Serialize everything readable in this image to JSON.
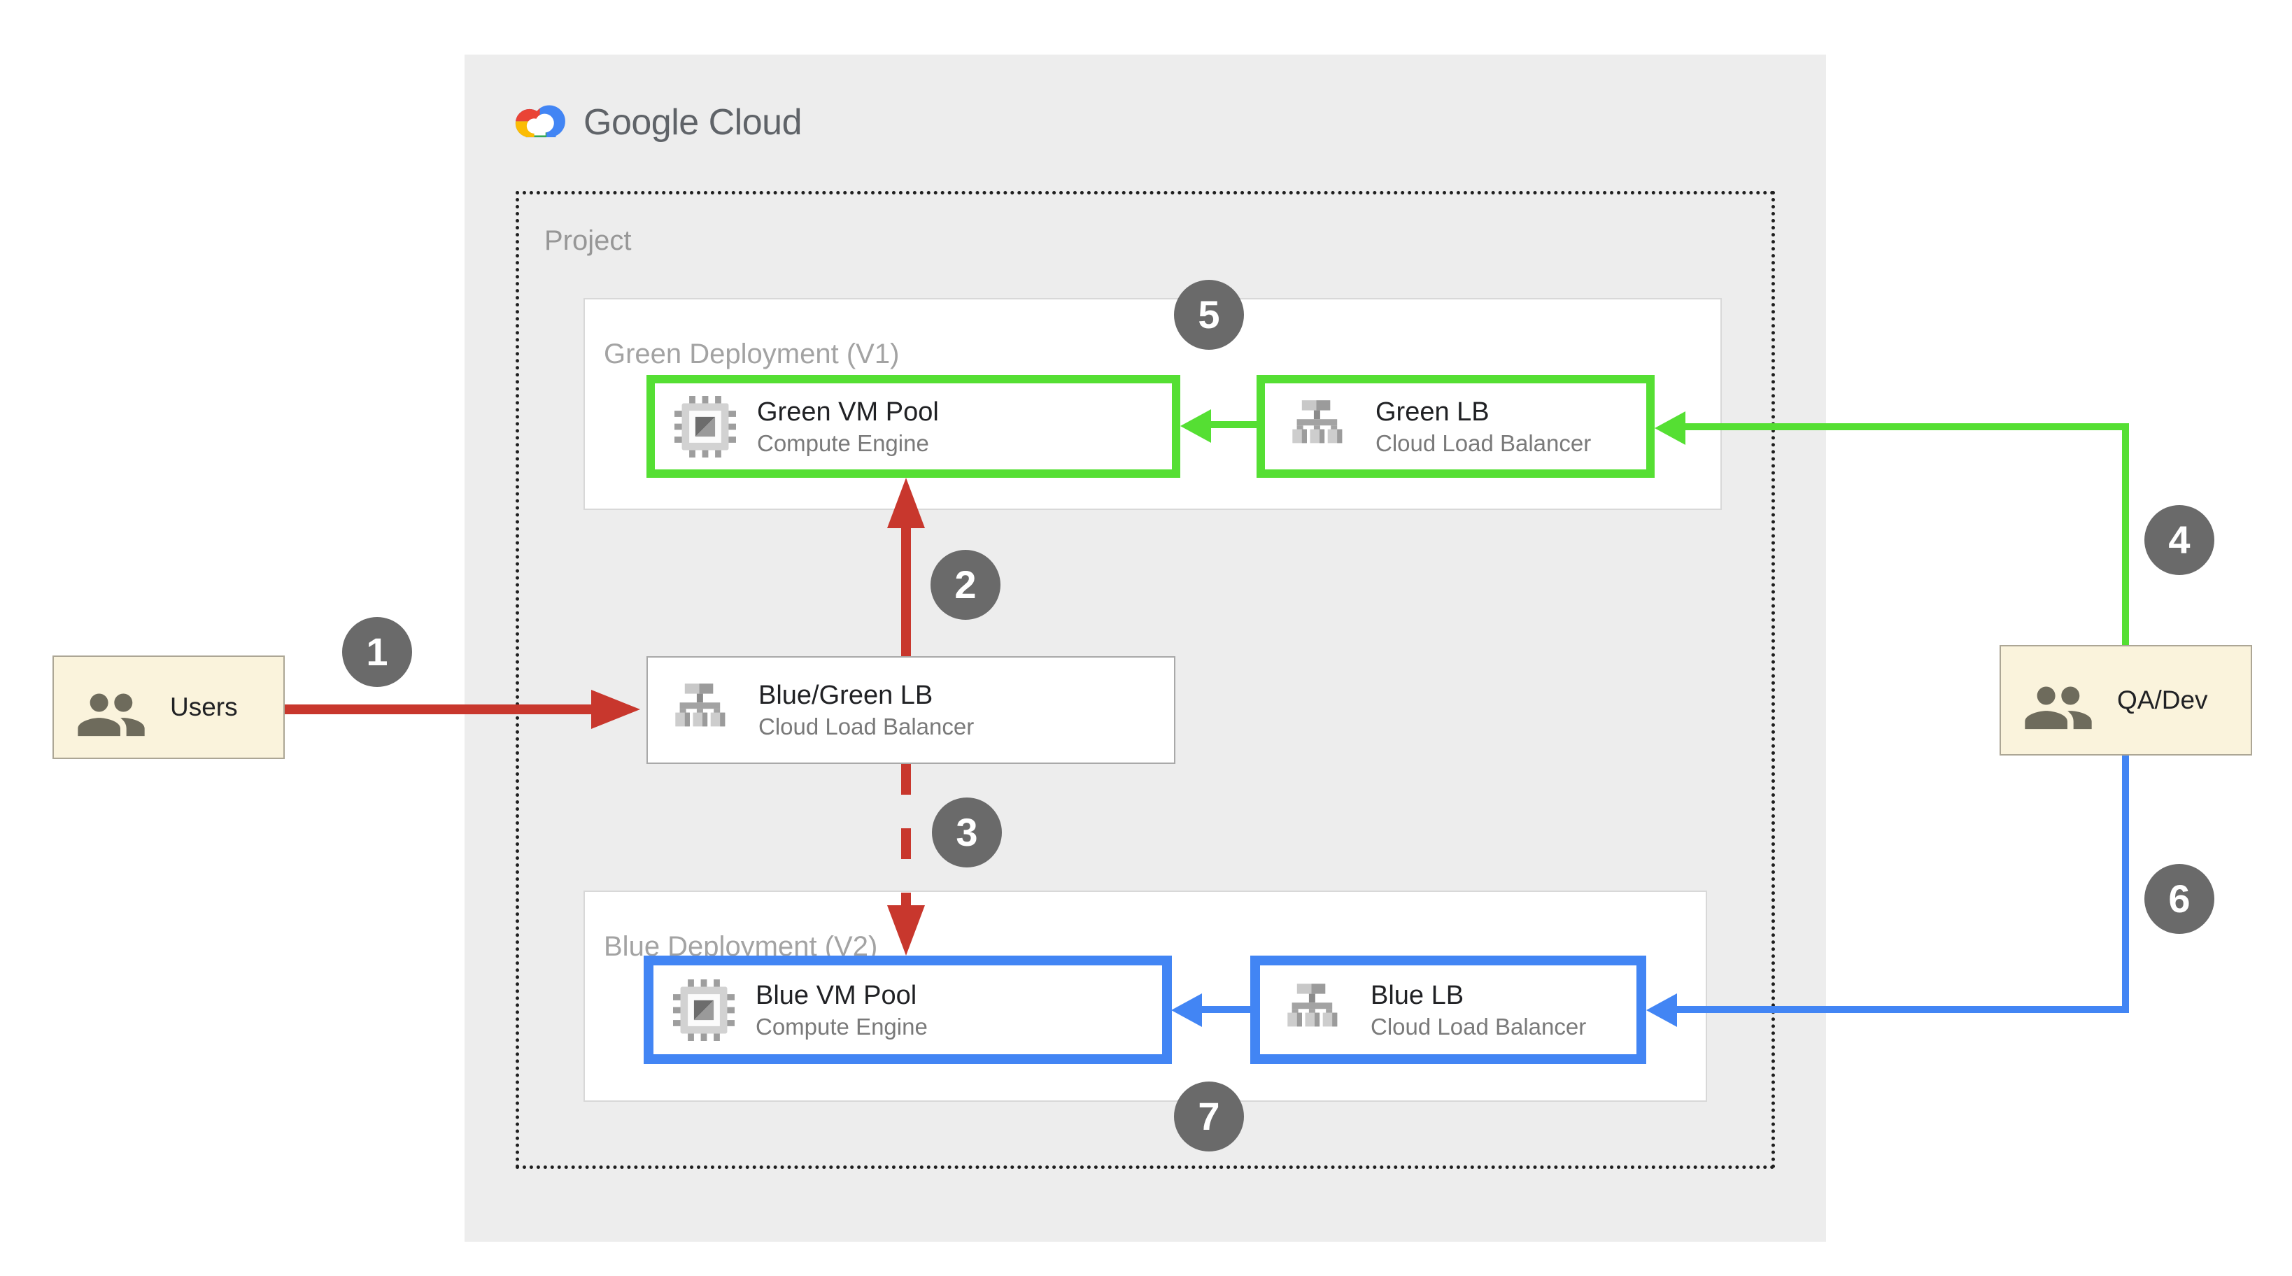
{
  "brand": {
    "name": "Google Cloud"
  },
  "project": {
    "label": "Project"
  },
  "deployments": {
    "green": {
      "label": "Green Deployment (V1)"
    },
    "blue": {
      "label": "Blue Deployment (V2)"
    }
  },
  "nodes": {
    "green_vm": {
      "title": "Green VM Pool",
      "subtitle": "Compute Engine",
      "icon": "compute-engine-icon"
    },
    "green_lb": {
      "title": "Green LB",
      "subtitle": "Cloud Load Balancer",
      "icon": "load-balancer-icon"
    },
    "bluegreen_lb": {
      "title": "Blue/Green LB",
      "subtitle": "Cloud Load Balancer",
      "icon": "load-balancer-icon"
    },
    "blue_vm": {
      "title": "Blue VM Pool",
      "subtitle": "Compute Engine",
      "icon": "compute-engine-icon"
    },
    "blue_lb": {
      "title": "Blue LB",
      "subtitle": "Cloud Load Balancer",
      "icon": "load-balancer-icon"
    }
  },
  "actors": {
    "users": {
      "label": "Users",
      "icon": "people-icon"
    },
    "qa": {
      "label": "QA/Dev",
      "icon": "people-icon"
    }
  },
  "badges": [
    "1",
    "2",
    "3",
    "4",
    "5",
    "6",
    "7"
  ],
  "colors": {
    "red": "#C8372D",
    "green": "#55DF33",
    "blue": "#4285F4",
    "badge": "#6A6A6A",
    "cream": "#FAF3DC",
    "panelbg": "#EDEDED",
    "glogo_red": "#EA4335",
    "glogo_yellow": "#FBBC05",
    "glogo_green": "#34A853",
    "glogo_blue": "#4285F4"
  }
}
